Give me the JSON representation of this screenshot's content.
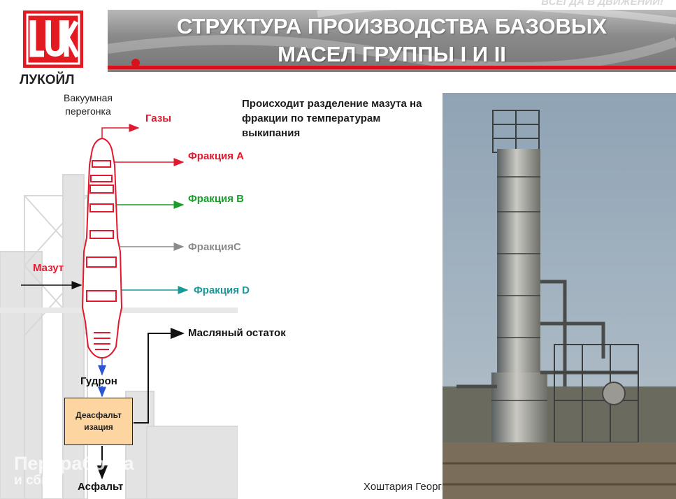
{
  "header": {
    "logo_letters": "LUK",
    "logo_name": "ЛУКОЙЛ",
    "slogan": "ВСЕГДА В ДВИЖЕНИИ!",
    "title_line1": "СТРУКТУРА ПРОИЗВОДСТВА БАЗОВЫХ",
    "title_line2": "МАСЕЛ ГРУППЫ I И II"
  },
  "diagram": {
    "column_label": "Вакуумная перегонка",
    "description": "Происходит разделение мазута на фракции по температурам выкипания",
    "input_label": "Мазут",
    "outputs": [
      {
        "label": "Газы",
        "color": "#e3182d"
      },
      {
        "label": "Фракция А",
        "color": "#e3182d"
      },
      {
        "label": "Фракция В",
        "color": "#1a9e2a"
      },
      {
        "label": "ФракцияС",
        "color": "#8c8c8c"
      },
      {
        "label": "Фракция D",
        "color": "#17999a"
      }
    ],
    "bottom_label": "Гудрон",
    "deasphalting_label": "Деасфальт изация",
    "oil_residue_label": "Масляный остаток",
    "asphalt_label": "Асфальт"
  },
  "footer": {
    "watermark_line1": "Переработка",
    "watermark_line2": "и сбыт",
    "author": "Хоштария Георгий"
  },
  "colors": {
    "brand_red": "#e21a22",
    "column_red": "#e3182d",
    "deasphalt_box": "#fcd5a0"
  }
}
